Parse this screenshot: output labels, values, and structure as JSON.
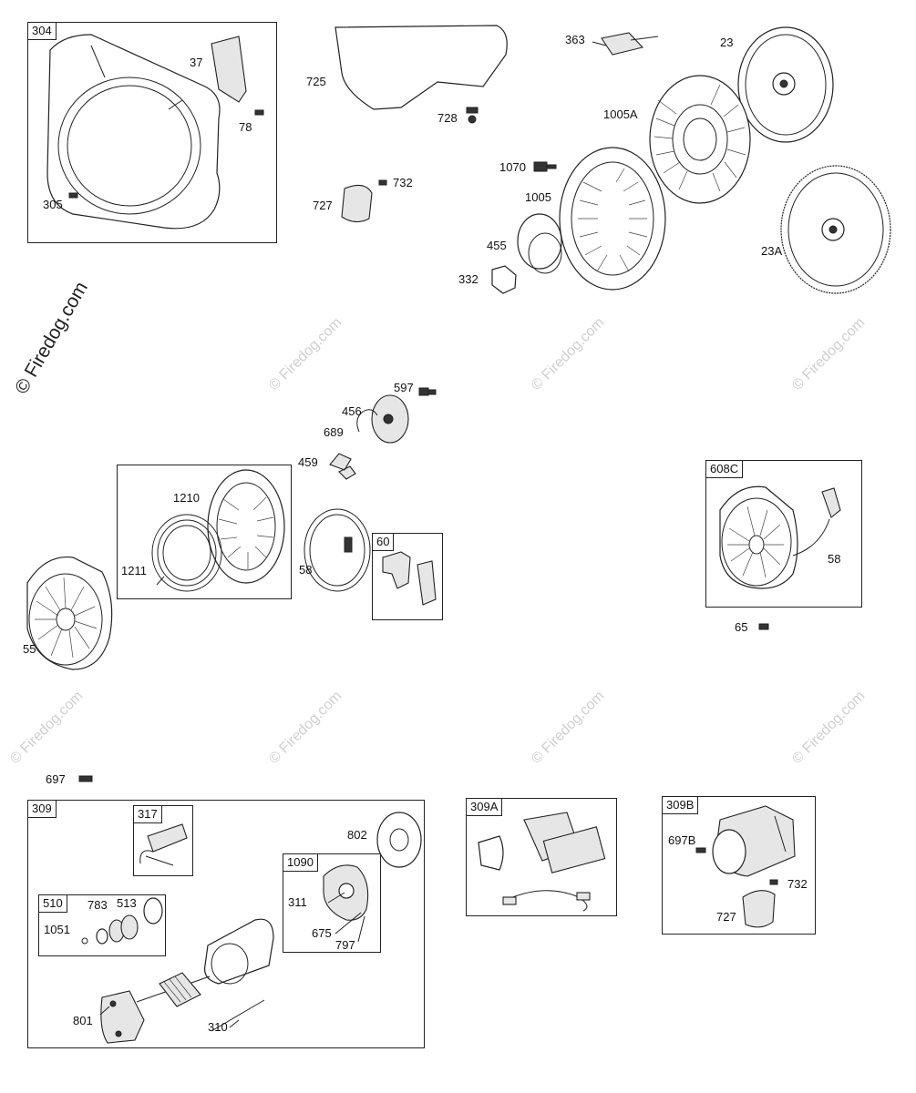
{
  "watermark": {
    "main": "© Firedog.com",
    "repeat": "© Firedog.com"
  },
  "groups": {
    "g304": "304",
    "g608c": "608C",
    "g60": "60",
    "g309": "309",
    "g317": "317",
    "g510": "510",
    "g1090": "1090",
    "g309a": "309A",
    "g309b": "309B"
  },
  "parts": {
    "p37": "37",
    "p78": "78",
    "p305": "305",
    "p725": "725",
    "p728": "728",
    "p727a": "727",
    "p732a": "732",
    "p363": "363",
    "p23": "23",
    "p1005a": "1005A",
    "p1070": "1070",
    "p1005": "1005",
    "p455": "455",
    "p332": "332",
    "p23a": "23A",
    "p597": "597",
    "p456": "456",
    "p689": "689",
    "p459": "459",
    "p1210": "1210",
    "p1211": "1211",
    "p58a": "58",
    "p55": "55",
    "p58b": "58",
    "p65": "65",
    "p697": "697",
    "p802": "802",
    "p311": "311",
    "p675": "675",
    "p797": "797",
    "p783": "783",
    "p513": "513",
    "p1051": "1051",
    "p801": "801",
    "p310": "310",
    "p697b": "697B",
    "p732b": "732",
    "p727b": "727"
  }
}
